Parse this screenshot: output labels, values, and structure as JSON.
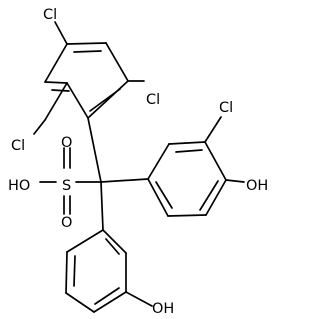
{
  "labels": {
    "cl_top": "Cl",
    "cl_right_ortho": "Cl",
    "cl_left_ortho": "Cl",
    "cl_phenol": "Cl",
    "oh_phenol": "OH",
    "ho_sulfonic": "HO",
    "s_sulfonyl": "S",
    "o_sulfonyl_upper": "O",
    "o_sulfonyl_lower": "O",
    "oh_bottom": "OH"
  },
  "colors": {
    "ink": "#000000",
    "background": "#ffffff"
  }
}
